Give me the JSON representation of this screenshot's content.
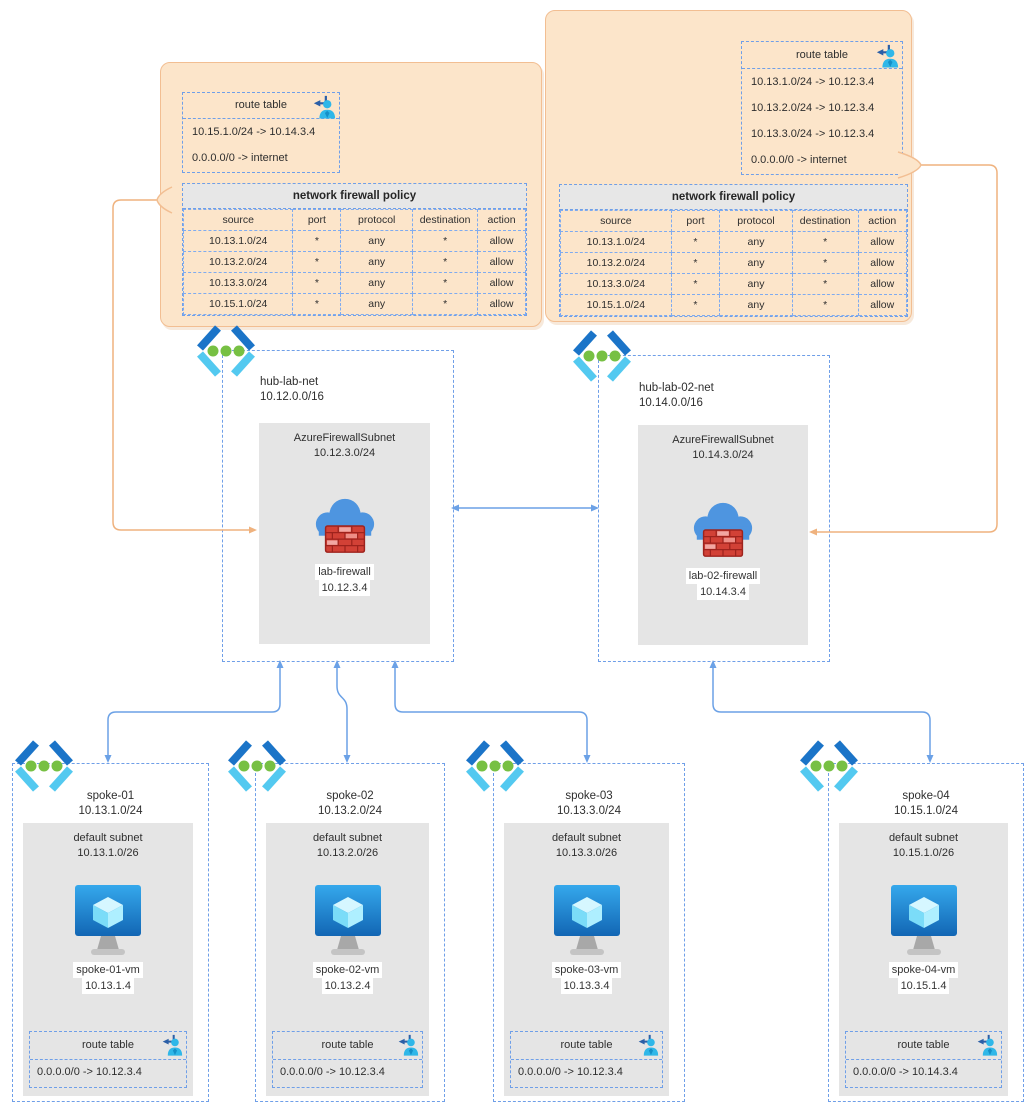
{
  "callouts": {
    "left": {
      "route_table": {
        "title": "route table",
        "entries": [
          "10.15.1.0/24 -> 10.14.3.4",
          "0.0.0.0/0 -> internet"
        ]
      },
      "policy": {
        "title": "network firewall policy",
        "columns": [
          "source",
          "port",
          "protocol",
          "destination",
          "action"
        ],
        "rows": [
          [
            "10.13.1.0/24",
            "*",
            "any",
            "*",
            "allow"
          ],
          [
            "10.13.2.0/24",
            "*",
            "any",
            "*",
            "allow"
          ],
          [
            "10.13.3.0/24",
            "*",
            "any",
            "*",
            "allow"
          ],
          [
            "10.15.1.0/24",
            "*",
            "any",
            "*",
            "allow"
          ]
        ]
      }
    },
    "right": {
      "route_table": {
        "title": "route table",
        "entries": [
          "10.13.1.0/24 -> 10.12.3.4",
          "10.13.2.0/24 -> 10.12.3.4",
          "10.13.3.0/24 -> 10.12.3.4",
          "0.0.0.0/0 -> internet"
        ]
      },
      "policy": {
        "title": "network firewall policy",
        "columns": [
          "source",
          "port",
          "protocol",
          "destination",
          "action"
        ],
        "rows": [
          [
            "10.13.1.0/24",
            "*",
            "any",
            "*",
            "allow"
          ],
          [
            "10.13.2.0/24",
            "*",
            "any",
            "*",
            "allow"
          ],
          [
            "10.13.3.0/24",
            "*",
            "any",
            "*",
            "allow"
          ],
          [
            "10.15.1.0/24",
            "*",
            "any",
            "*",
            "allow"
          ]
        ]
      }
    }
  },
  "hubs": [
    {
      "name": "hub-lab-net",
      "cidr": "10.12.0.0/16",
      "subnet": {
        "name": "AzureFirewallSubnet",
        "cidr": "10.12.3.0/24"
      },
      "firewall": {
        "name": "lab-firewall",
        "ip": "10.12.3.4"
      }
    },
    {
      "name": "hub-lab-02-net",
      "cidr": "10.14.0.0/16",
      "subnet": {
        "name": "AzureFirewallSubnet",
        "cidr": "10.14.3.0/24"
      },
      "firewall": {
        "name": "lab-02-firewall",
        "ip": "10.14.3.4"
      }
    }
  ],
  "spokes": [
    {
      "name": "spoke-01",
      "cidr": "10.13.1.0/24",
      "subnet": {
        "name": "default subnet",
        "cidr": "10.13.1.0/26"
      },
      "vm": {
        "name": "spoke-01-vm",
        "ip": "10.13.1.4"
      },
      "route_table": {
        "title": "route table",
        "entries": [
          "0.0.0.0/0 -> 10.12.3.4"
        ]
      }
    },
    {
      "name": "spoke-02",
      "cidr": "10.13.2.0/24",
      "subnet": {
        "name": "default subnet",
        "cidr": "10.13.2.0/26"
      },
      "vm": {
        "name": "spoke-02-vm",
        "ip": "10.13.2.4"
      },
      "route_table": {
        "title": "route table",
        "entries": [
          "0.0.0.0/0 -> 10.12.3.4"
        ]
      }
    },
    {
      "name": "spoke-03",
      "cidr": "10.13.3.0/24",
      "subnet": {
        "name": "default subnet",
        "cidr": "10.13.3.0/26"
      },
      "vm": {
        "name": "spoke-03-vm",
        "ip": "10.13.3.4"
      },
      "route_table": {
        "title": "route table",
        "entries": [
          "0.0.0.0/0 -> 10.12.3.4"
        ]
      }
    },
    {
      "name": "spoke-04",
      "cidr": "10.15.1.0/24",
      "subnet": {
        "name": "default subnet",
        "cidr": "10.15.1.0/26"
      },
      "vm": {
        "name": "spoke-04-vm",
        "ip": "10.15.1.4"
      },
      "route_table": {
        "title": "route table",
        "entries": [
          "0.0.0.0/0 -> 10.14.3.4"
        ]
      }
    }
  ],
  "colors": {
    "callout_fill": "#FCE5CA",
    "callout_stroke": "#F2BE92",
    "dashed_border": "#6F9FE8",
    "connector_blue": "#6BA1E6",
    "connector_orange": "#EFB27E",
    "subnet_gray": "#E5E5E5",
    "policy_header_gray": "#E7E7E7",
    "vnet_dark_blue": "#1B74C8",
    "vnet_cyan": "#53C9F0",
    "vnet_green": "#77C043",
    "firewall_brick_red": "#D24136",
    "firewall_cloud_blue": "#4E95E0",
    "vm_blue": "#1E86D8",
    "route_person_cyan": "#2FB7E8"
  }
}
